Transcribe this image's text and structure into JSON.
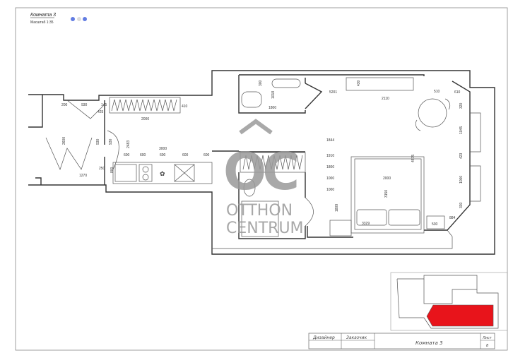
{
  "header": {
    "title": "Комната 3",
    "scale": "Масштаб 1:35"
  },
  "watermark": {
    "logo": "OC",
    "line1": "OTTHON",
    "line2": "CENTRUM"
  },
  "dimensions": {
    "d200": "200",
    "d930a": "930",
    "d145": "145",
    "d425": "425",
    "d2000": "2000",
    "d410": "410",
    "d2600": "2600",
    "d930b": "930",
    "d930c": "930",
    "d2483": "2483",
    "d3000": "3000",
    "d600a": "600",
    "d600b": "600",
    "d600c": "600",
    "d600d": "600",
    "d600e": "600",
    "d1270": "1270",
    "d250": "250",
    "d800": "800",
    "d300": "300",
    "d1018": "1018",
    "d1800a": "1800",
    "d5201": "5201",
    "d430": "430",
    "d2110": "2110",
    "d510": "510",
    "d610": "610",
    "d320": "320",
    "d1045": "1045",
    "d423": "423",
    "d1000": "1000",
    "d330": "330",
    "d884": "884",
    "d530": "530",
    "d4575": "4575",
    "d2000b": "2000",
    "d3150": "3150",
    "d3329": "3329",
    "d1844": "1844",
    "d1910": "1910",
    "d1800b": "1800",
    "d1000b": "1000",
    "d1000c": "1000",
    "d1809": "1809"
  },
  "title_block": {
    "designer": "Дизайнер",
    "client": "Заказчик",
    "room": "Комната 3",
    "sheet_label": "Лист",
    "sheet_no": "8"
  },
  "colors": {
    "highlight": "#e8141b",
    "header_dots": "#3b5bdb"
  }
}
